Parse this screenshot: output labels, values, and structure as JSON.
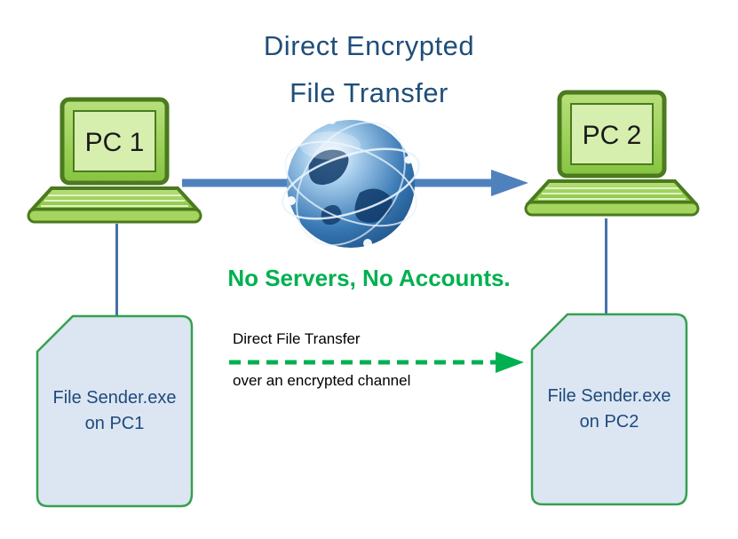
{
  "title": {
    "line1": "Direct Encrypted",
    "line2": "File Transfer"
  },
  "laptops": {
    "pc1": "PC 1",
    "pc2": "PC 2"
  },
  "tagline": "No Servers, No Accounts.",
  "documents": {
    "doc1": {
      "line1": "File Sender.exe",
      "line2": "on PC1"
    },
    "doc2": {
      "line1": "File Sender.exe",
      "line2": "on PC2"
    }
  },
  "transfer_arrow": {
    "label_top": "Direct File Transfer",
    "label_bottom": "over an encrypted channel"
  },
  "colors": {
    "title_blue": "#1F4E79",
    "tagline_green": "#00B050",
    "network_arrow_blue": "#4F81BD",
    "connector_blue": "#4472A8",
    "laptop_green": "#8CC63F",
    "laptop_border_green": "#4B7A1F",
    "doc_fill": "#DBE6F2",
    "doc_border_green": "#35A04F",
    "doc_text_blue": "#1F497D",
    "dashed_arrow_green": "#00B050"
  }
}
